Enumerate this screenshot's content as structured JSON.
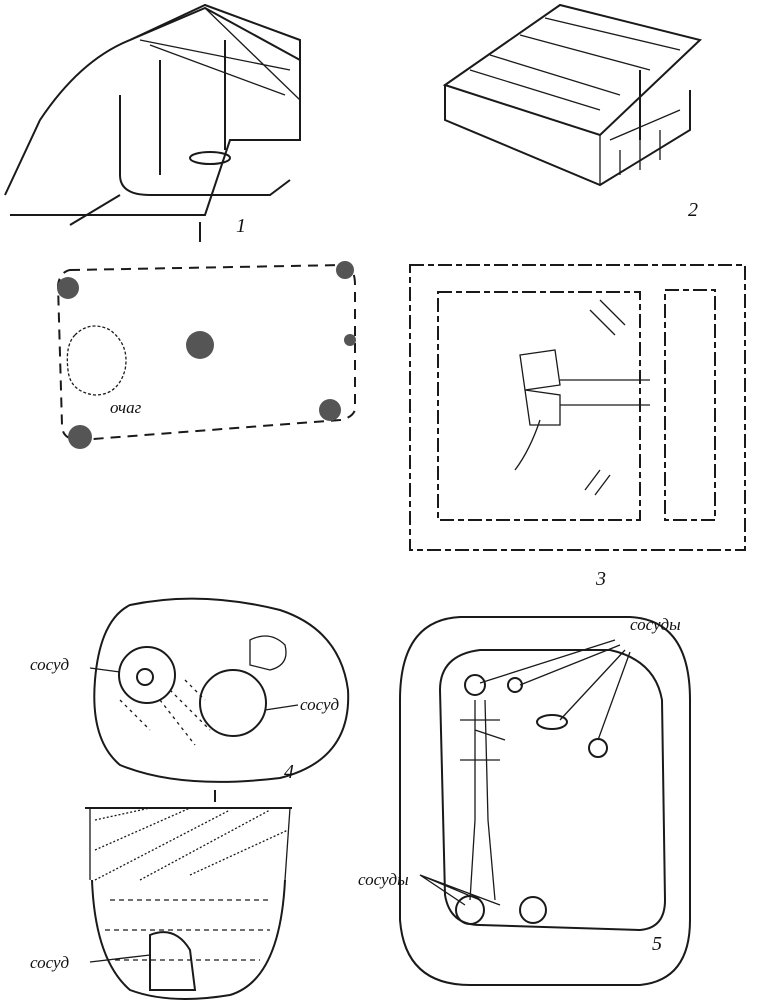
{
  "figures": {
    "fig1": {
      "number": "1",
      "hearth_label": "очаг"
    },
    "fig2": {
      "number": "2"
    },
    "fig3": {
      "number": "3"
    },
    "fig4": {
      "number": "4",
      "vessel_label_left": "сосуд",
      "vessel_label_right": "сосуд",
      "vessel_label_section": "сосуд"
    },
    "fig5": {
      "number": "5",
      "vessels_label_top": "сосуды",
      "vessels_label_bottom": "сосуды"
    }
  },
  "colors": {
    "ink": "#1a1a1a",
    "fill_dot": "#555555",
    "background": "#ffffff"
  }
}
